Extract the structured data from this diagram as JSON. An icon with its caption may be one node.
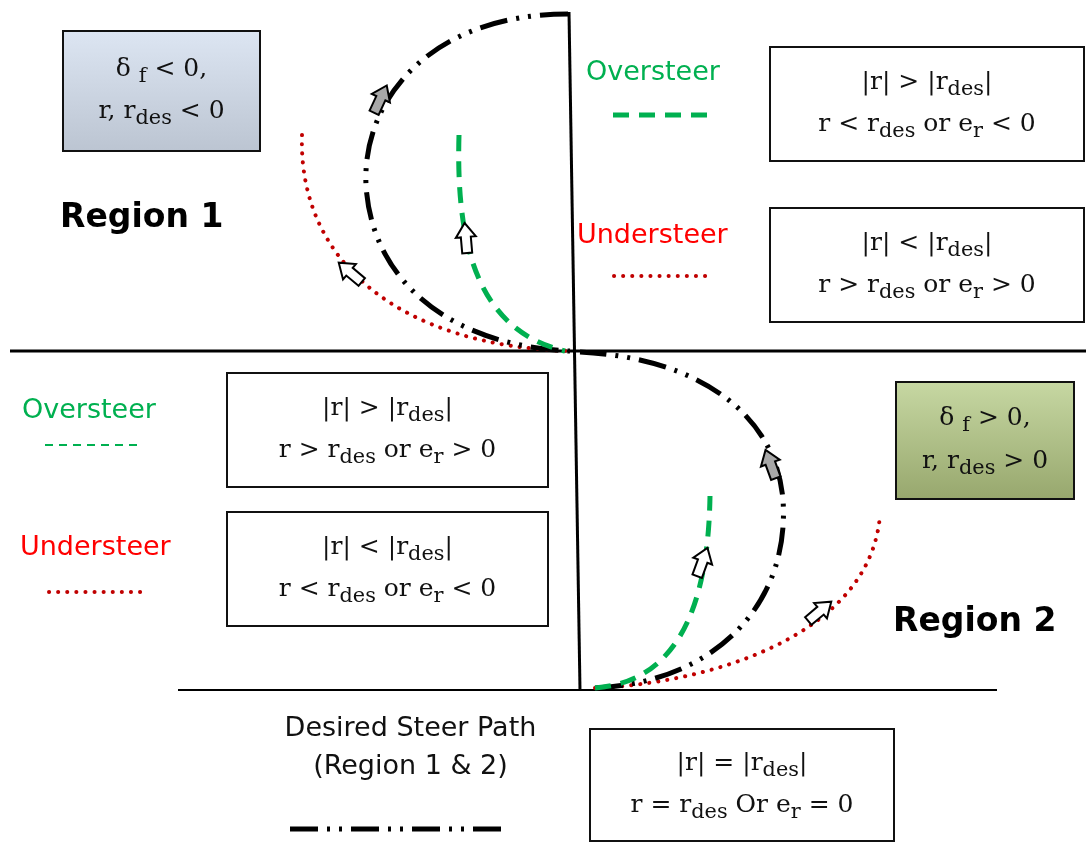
{
  "diagram": {
    "nodes": [
      {
        "text": [
          "δ $_{f}$ < 0,",
          "r, r$_{des}$ < 0"
        ]
      },
      {
        "text": [
          "|r| > |r$_{des}$|",
          "r < r$_{des}$ or e$_{r}$ < 0"
        ]
      },
      {
        "text": [
          "|r| < |r$_{des}$|",
          "r > r$_{des}$ or e$_{r}$ > 0"
        ]
      },
      {
        "text": [
          "|r| > |r$_{des}$|",
          "r > r$_{des}$ or e$_{r}$ > 0"
        ]
      },
      {
        "text": [
          "|r| < |r$_{des}$|",
          "r < r$_{des}$ or e$_{r}$ < 0"
        ]
      },
      {
        "text": [
          "δ $_{f}$ > 0,",
          "r, r$_{des}$ > 0"
        ]
      },
      {
        "text": [
          "|r| = |r$_{des}$|",
          "r = r$_{des}$ Or e$_{r}$ = 0"
        ]
      }
    ],
    "edges": [],
    "labels": [
      "Region 1",
      "Region 2"
    ],
    "legend": [
      {
        "text": "Oversteer"
      },
      {
        "text": "Understeer"
      },
      {
        "text": "Oversteer"
      },
      {
        "text": "Understeer"
      },
      {
        "text": "Desired Steer Path (Region 1 & 2)"
      }
    ]
  }
}
